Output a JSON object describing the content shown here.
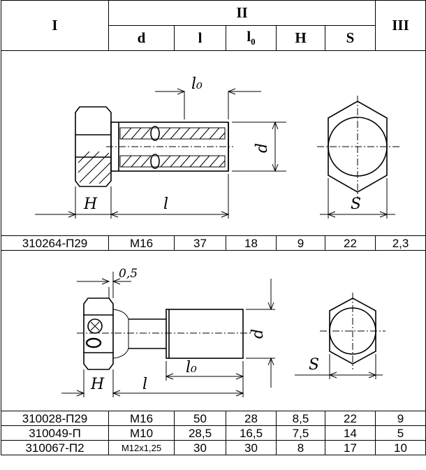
{
  "header": {
    "col1": "I",
    "col2": "II",
    "col3": "III",
    "sub": {
      "d": "d",
      "l": "l",
      "l0_main": "l",
      "l0_sub": "0",
      "H": "H",
      "S": "S"
    }
  },
  "figure1": {
    "labels": {
      "l0": "l₀",
      "d": "d",
      "H": "H",
      "l": "l",
      "S": "S"
    }
  },
  "figure2": {
    "labels": {
      "gap": "0,5",
      "d": "d",
      "H": "H",
      "l": "l",
      "l0": "l₀",
      "S": "S"
    }
  },
  "rows_top": [
    {
      "code": "310264-П29",
      "d": "M16",
      "l": "37",
      "l0": "18",
      "H": "9",
      "S": "22",
      "mass": "2,3"
    }
  ],
  "rows_bottom": [
    {
      "code": "310028-П29",
      "d": "M16",
      "l": "50",
      "l0": "28",
      "H": "8,5",
      "S": "22",
      "mass": "9"
    },
    {
      "code": "310049-П",
      "d": "M10",
      "l": "28,5",
      "l0": "16,5",
      "H": "7,5",
      "S": "14",
      "mass": "5"
    },
    {
      "code": "310067-П2",
      "d": "M12x1,25",
      "l": "30",
      "l0": "30",
      "H": "8",
      "S": "17",
      "mass": "10"
    }
  ]
}
